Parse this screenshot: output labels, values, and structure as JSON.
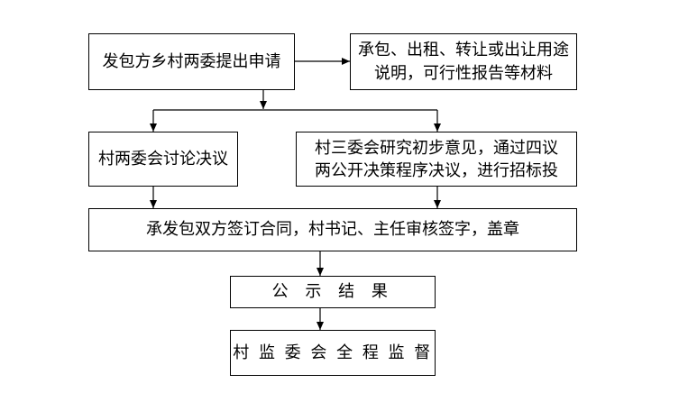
{
  "colors": {
    "line": "#000000",
    "text": "#000000",
    "background": "#ffffff"
  },
  "nodes": {
    "application": {
      "lines": [
        "发包方乡村两委提出申请"
      ]
    },
    "materials": {
      "lines": [
        "承包、出租、转让或出让用途",
        "说明，可行性报告等材料"
      ]
    },
    "two_committees_resolution": {
      "lines": [
        "村两委会讨论决议"
      ]
    },
    "three_committees_opinion": {
      "lines": [
        "村三委会研究初步意见，通过四议",
        "两公开决策程序决议，进行招标投"
      ]
    },
    "contract_signing": {
      "lines": [
        "承发包双方签订合同，村书记、主任审核签字，盖章"
      ]
    },
    "publicity": {
      "lines": [
        "公 示 结 果"
      ]
    },
    "supervision": {
      "lines": [
        "村 监 委 会 全 程 监 督"
      ]
    }
  }
}
